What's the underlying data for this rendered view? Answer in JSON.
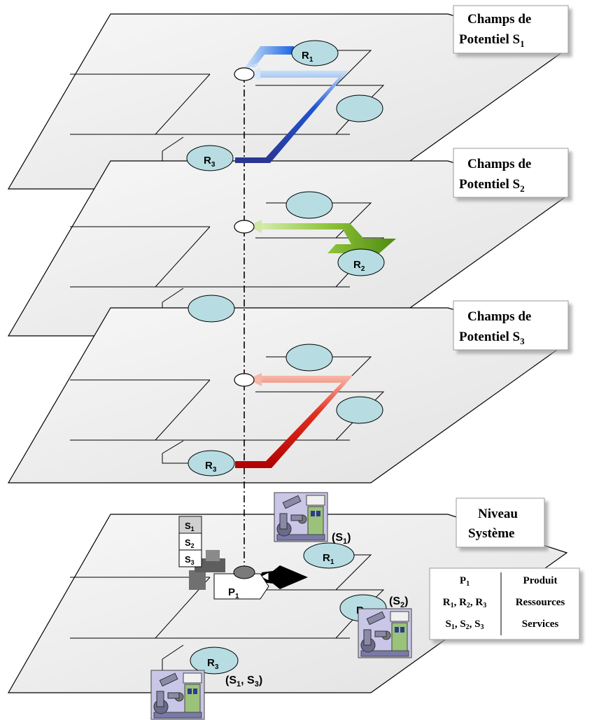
{
  "levels": [
    {
      "title_line1": "Champs de",
      "title_line2_main": "Potentiel S",
      "title_line2_sub": "1"
    },
    {
      "title_line1": "Champs de",
      "title_line2_main": "Potentiel S",
      "title_line2_sub": "2"
    },
    {
      "title_line1": "Champs de",
      "title_line2_main": "Potentiel S",
      "title_line2_sub": "3"
    },
    {
      "title_line1": "Niveau",
      "title_line2_main": "Système",
      "title_line2_sub": ""
    }
  ],
  "nodes": {
    "R": "R",
    "sub1": "1",
    "sub2": "2",
    "sub3": "3",
    "P": "P"
  },
  "services_tag": {
    "s": "S",
    "s1": "1",
    "s2": "2",
    "s3": "3"
  },
  "system_labels": {
    "s1_label": {
      "open": "(S",
      "sub": "1",
      "close": ")"
    },
    "s2_label": {
      "open": "(S",
      "sub": "2",
      "close": ")"
    },
    "s13_label": {
      "open": "(S",
      "sub1": "1",
      "mid": ", S",
      "sub3": "3",
      "close": ")"
    }
  },
  "legend": {
    "rows": [
      {
        "key_parts": [
          [
            "P",
            "1"
          ]
        ],
        "value": "Produit"
      },
      {
        "key_parts": [
          [
            "R",
            "1"
          ],
          [
            "R",
            "2"
          ],
          [
            "R",
            "3"
          ]
        ],
        "value": "Ressources"
      },
      {
        "key_parts": [
          [
            "S",
            "1"
          ],
          [
            "S",
            "2"
          ],
          [
            "S",
            "3"
          ]
        ],
        "value": "Services"
      }
    ],
    "separator": ", "
  },
  "colors": {
    "plane_fill": "#eeeeee",
    "node_fill": "#b7dde3",
    "arrow_blue": "#1f5fd6",
    "arrow_green": "#7fb52a",
    "arrow_red": "#d21a1a"
  }
}
